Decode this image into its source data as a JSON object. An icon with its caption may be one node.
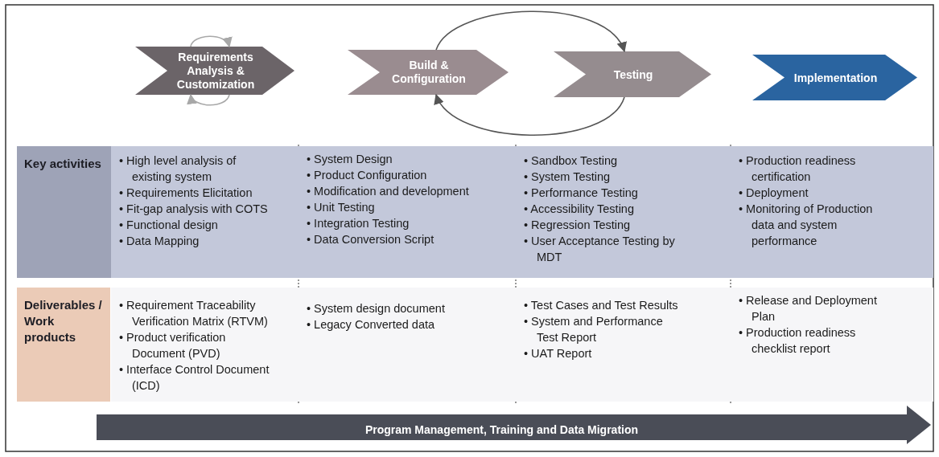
{
  "diagram": {
    "nodes": [
      {
        "text": [
          "Requirements Analysis & Customization"
        ]
      },
      {
        "text": [
          "Build & Configuration"
        ]
      },
      {
        "text": [
          "Testing"
        ]
      },
      {
        "text": [
          "Implementation"
        ]
      },
      {
        "text": [
          "Key activities"
        ]
      },
      {
        "text": [
          "Deliverables / Work products"
        ]
      },
      {
        "text": [
          "• High level analysis of existing system",
          "• Requirements Elicitation",
          "• Fit-gap analysis with COTS",
          "• Functional design",
          "• Data Mapping"
        ]
      },
      {
        "text": [
          "• System Design",
          "• Product Configuration",
          "• Modification and development",
          "• Unit Testing",
          "• Integration Testing",
          "• Data Conversion Script"
        ]
      },
      {
        "text": [
          "• Sandbox Testing",
          "• System Testing",
          "• Performance Testing",
          "• Accessibility Testing",
          "• Regression Testing",
          "• User Acceptance Testing by MDT"
        ]
      },
      {
        "text": [
          "• Production readiness certification",
          "• Deployment",
          "• Monitoring of Production data and system performance"
        ]
      },
      {
        "text": [
          "• Requirement Traceability Verification Matrix (RTVM)",
          "• Product verification Document (PVD)",
          "• Interface Control Document (ICD)"
        ]
      },
      {
        "text": [
          "• System design document",
          "• Legacy Converted data"
        ]
      },
      {
        "text": [
          "• Test Cases and Test Results",
          "• System and Performance Test Report",
          "• UAT Report"
        ]
      },
      {
        "text": [
          "• Release and Deployment Plan",
          "• Production readiness checklist report"
        ]
      },
      {
        "text": [
          "Program Management, Training and Data Migration"
        ]
      }
    ],
    "edges": [
      {
        "from": 0,
        "to": 0,
        "arrow": "to",
        "color": "#a8a8a8"
      },
      {
        "from": 0,
        "to": 0,
        "arrow": "to",
        "color": "#a8a8a8"
      },
      {
        "from": 1,
        "to": 2,
        "arrow": "to"
      },
      {
        "from": 2,
        "to": 1,
        "arrow": "to"
      }
    ]
  }
}
